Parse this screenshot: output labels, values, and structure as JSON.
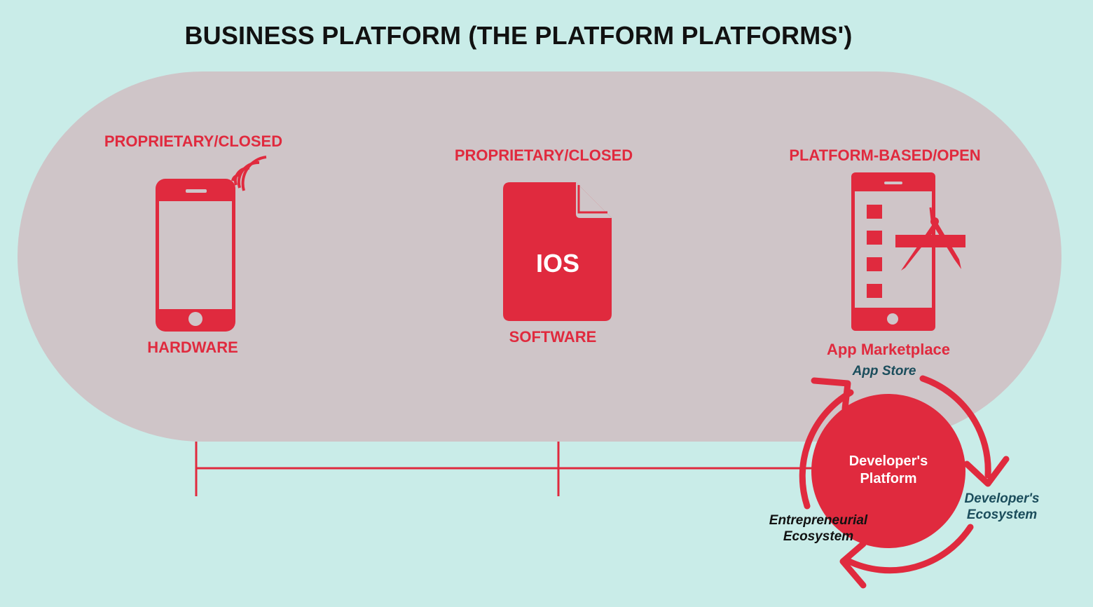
{
  "title": "BUSINESS PLATFORM (THE PLATFORM PLATFORMS')",
  "colors": {
    "background": "#c9ece8",
    "pill": "#cfc5c8",
    "accent": "#e02a3e",
    "teal_text": "#1b4d5c"
  },
  "columns": [
    {
      "icon": "smartphone-wifi-icon",
      "type_label": "PROPRIETARY/CLOSED",
      "name": "HARDWARE"
    },
    {
      "icon": "document-file-icon",
      "file_text": "IOS",
      "type_label": "PROPRIETARY/CLOSED",
      "name": "SOFTWARE"
    },
    {
      "icon": "app-design-phone-icon",
      "type_label": "PLATFORM-BASED/OPEN",
      "name": "App Marketplace"
    }
  ],
  "cycle": {
    "center_line1": "Developer's",
    "center_line2": "Platform",
    "app_store": "App Store",
    "developer_ecosystem_line1": "Developer's",
    "developer_ecosystem_line2": "Ecosystem",
    "entrepreneurial_line1": "Entrepreneurial",
    "entrepreneurial_line2": "Ecosystem"
  }
}
